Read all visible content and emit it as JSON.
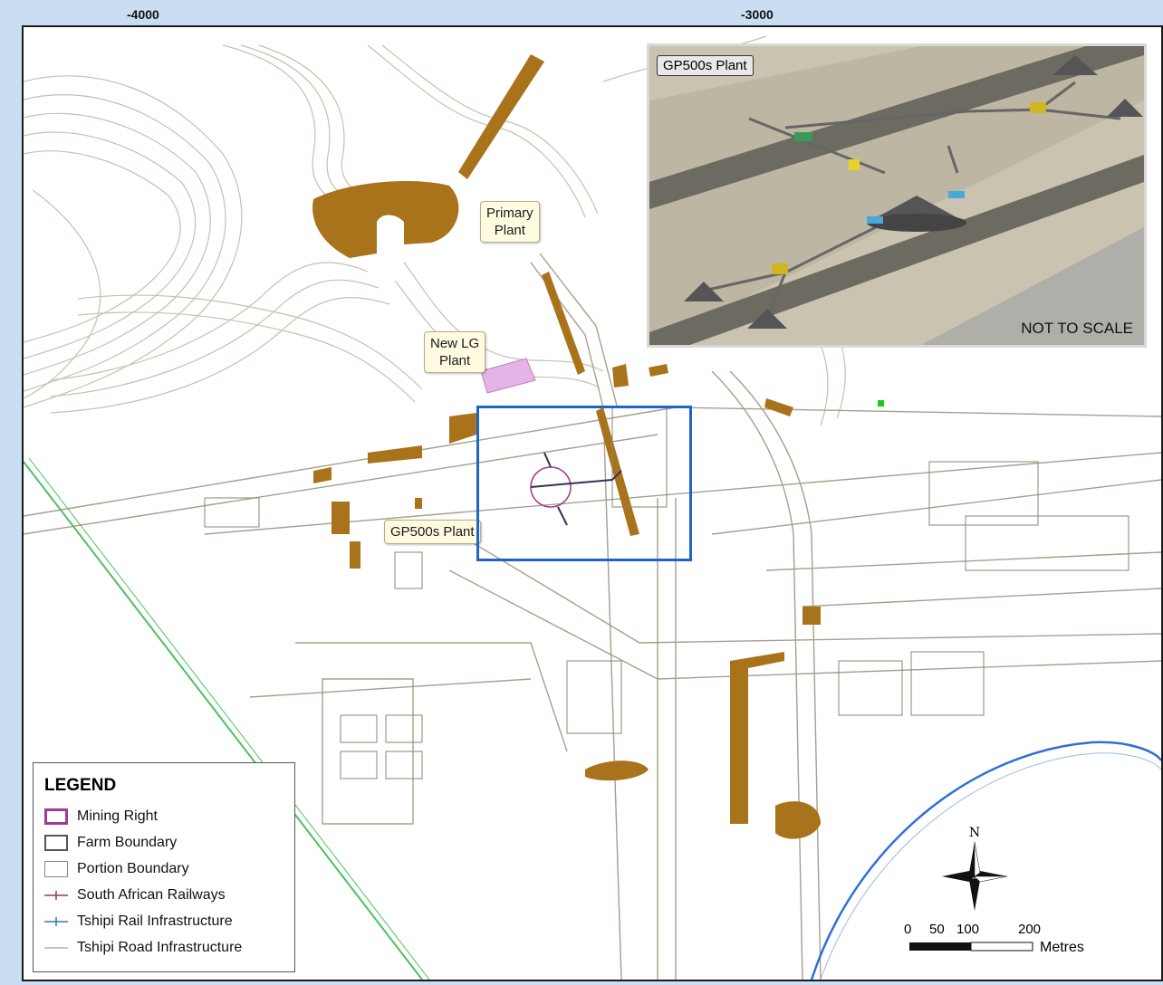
{
  "axis_ticks": {
    "x_left": "-4000",
    "x_right": "-3000"
  },
  "callouts": {
    "primary_plant": "Primary\nPlant",
    "new_lg_plant": "New LG\nPlant",
    "gp500s_plant": "GP500s Plant"
  },
  "inset": {
    "title": "GP500s Plant",
    "scale_note": "NOT TO SCALE"
  },
  "legend": {
    "title": "LEGEND",
    "items": [
      {
        "label": "Mining Right",
        "color": "#a23b8f",
        "style": "box"
      },
      {
        "label": "Farm Boundary",
        "color": "#555555",
        "style": "box"
      },
      {
        "label": "Portion Boundary",
        "color": "#888888",
        "style": "box"
      },
      {
        "label": "South African Railways",
        "color": "#8b3a5a",
        "style": "rail"
      },
      {
        "label": "Tshipi Rail Infrastructure",
        "color": "#2f7fae",
        "style": "rail"
      },
      {
        "label": "Tshipi Road Infrastructure",
        "color": "#b9b0a0",
        "style": "line"
      }
    ]
  },
  "north_label": "N",
  "scale_bar": {
    "labels": [
      "0",
      "50",
      "100",
      "200"
    ],
    "units": "Metres"
  },
  "colors": {
    "dumps": "#a8731a",
    "contours": "#c8bfae",
    "roads": "#a79f8c",
    "highlight": "#1f64c8",
    "lg_plant": "#e6b3e6"
  }
}
